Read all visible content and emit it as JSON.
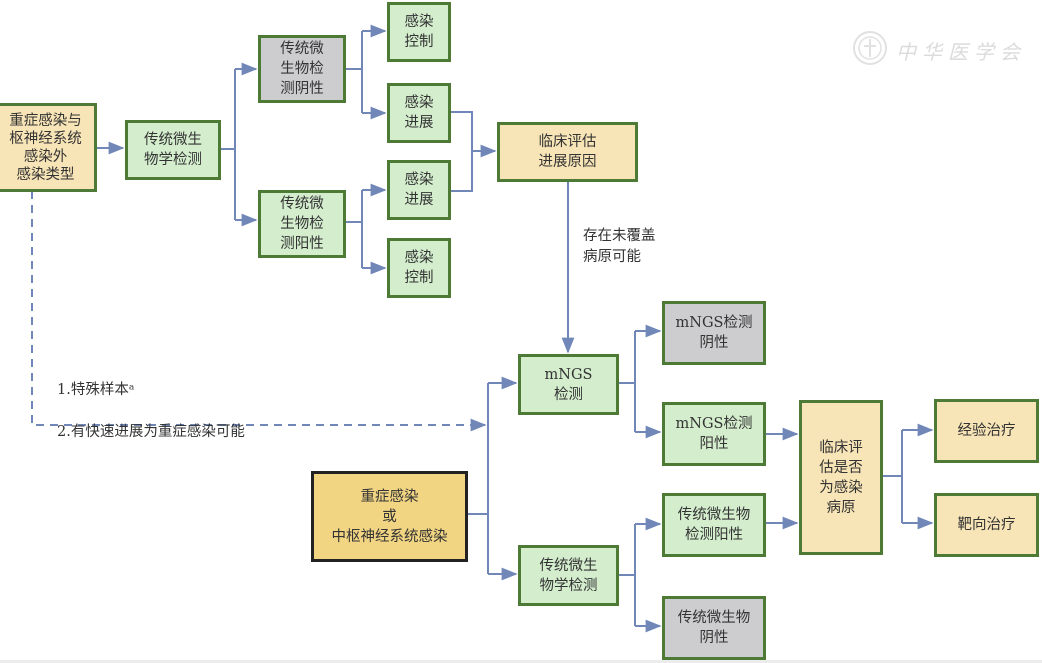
{
  "colors": {
    "connector": "#7187b8",
    "box_border": "#4d7a35",
    "green_fill": "#d3edcd",
    "gray_fill": "#cdcdcf",
    "tan_fill": "#f8e5b7",
    "gold_fill": "#f2d583"
  },
  "watermark": {
    "icon": "society-emblem-icon",
    "text": "中华医学会"
  },
  "top_flow": {
    "source": "重症感染与\n枢神经系统\n感染外\n感染类型",
    "conventional_test": "传统微生\n物学检测",
    "negative": "传统微\n生物检\n测阴性",
    "negative_control": "感染\n控制",
    "negative_progress": "感染\n进展",
    "positive": "传统微\n生物检\n测阳性",
    "positive_progress": "感染\n进展",
    "positive_control": "感染\n控制",
    "clinical_eval": "临床评估\n进展原因",
    "uncovered_label": "存在未覆盖\n病原可能"
  },
  "dashed_path": {
    "conditions": [
      "1.特殊样本ᵃ",
      "2.有快速进展为重症感染可能"
    ]
  },
  "bottom_flow": {
    "severe": "重症感染\n或\n中枢神经系统感染",
    "mngs_test": "mNGS\n检测",
    "mngs_negative": "mNGS检测\n阴性",
    "mngs_positive": "mNGS检测\n阳性",
    "conv_test": "传统微生\n物学检测",
    "conv_positive": "传统微生物\n检测阳性",
    "conv_negative": "传统微生物\n阴性",
    "clinical_eval": "临床评\n估是否\n为感染\n病原",
    "empirical": "经验治疗",
    "targeted": "靶向治疗"
  }
}
